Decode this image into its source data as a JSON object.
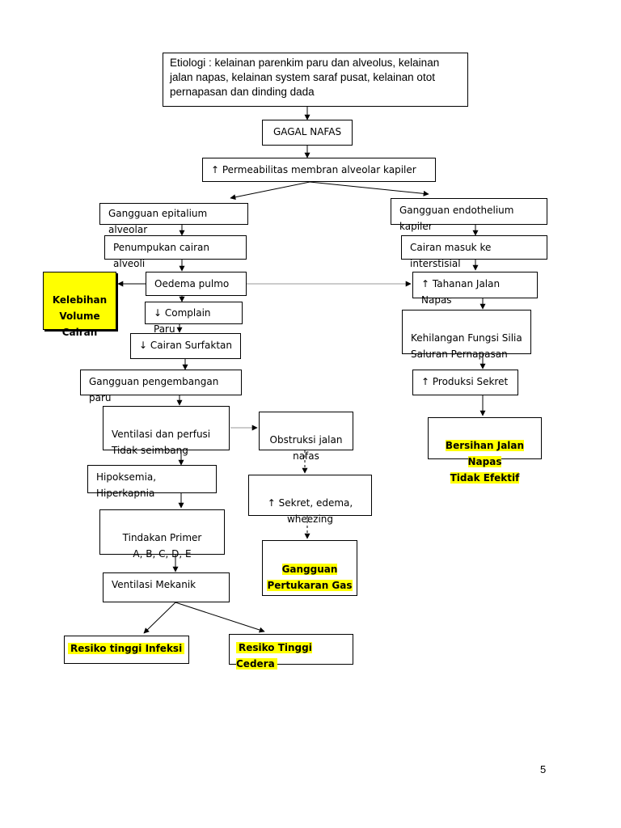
{
  "nodes": {
    "etiologi": "Etiologi : kelainan parenkim paru dan alveolus, kelainan jalan napas, kelainan system saraf pusat, kelainan otot pernapasan dan dinding dada",
    "gagal_nafas": "GAGAL NAFAS",
    "permeabilitas": "↑ Permeabilitas membran alveolar kapiler",
    "gangguan_epitalium": "Gangguan epitalium alveolar",
    "gangguan_endothelium": "Gangguan endothelium kapiler",
    "penumpukan": "Penumpukan cairan alveoli",
    "cairan_masuk": "Cairan masuk ke interstisial",
    "kelebihan": "Kelebihan\nVolume\nCairan",
    "oedema": "Oedema pulmo",
    "tahanan": "↑ Tahanan Jalan Napas",
    "complain": "↓ Complain Paru",
    "kehilangan": "Kehilangan Fungsi Silia\nSaluran Pernapasan",
    "cairan_surfaktan": "↓ Cairan Surfaktan",
    "gangguan_pengembangan": "Gangguan pengembangan paru",
    "produksi": "↑ Produksi Sekret",
    "ventilasi_perfusi": "Ventilasi dan perfusi\nTidak seimbang",
    "obstruksi": "Obstruksi jalan\nnafas",
    "bersihan": "Bersihan Jalan Napas\nTidak Efektif",
    "hipoksemia": "Hipoksemia, Hiperkapnia",
    "sekret": "↑ Sekret, edema,\nwheezing",
    "tindakan": "Tindakan Primer\nA, B, C, D, E",
    "gangguan_pertukaran": "Gangguan\nPertukaran Gas",
    "ventilasi_mekanik": "Ventilasi Mekanik",
    "resiko_infeksi": "Resiko tinggi Infeksi",
    "resiko_cedera": "Resiko Tinggi Cedera"
  },
  "page_number": "5"
}
